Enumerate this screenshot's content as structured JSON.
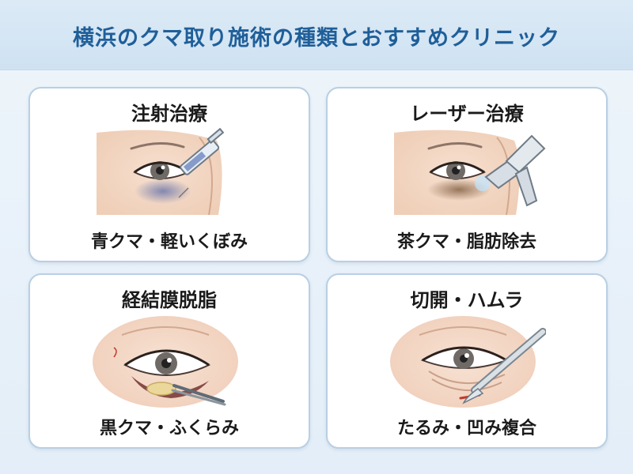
{
  "page": {
    "title": "横浜のクマ取り施術の種類とおすすめクリニック"
  },
  "cards": [
    {
      "title": "注射治療",
      "subtitle": "青クマ・軽いくぼみ",
      "illustration": "syringe-under-eye"
    },
    {
      "title": "レーザー治療",
      "subtitle": "茶クマ・脂肪除去",
      "illustration": "laser-device-under-eye"
    },
    {
      "title": "経結膜脱脂",
      "subtitle": "黒クマ・ふくらみ",
      "illustration": "forceps-fat-removal"
    },
    {
      "title": "切開・ハムラ",
      "subtitle": "たるみ・凹み複合",
      "illustration": "scalpel-incision"
    }
  ],
  "colors": {
    "title": "#1f5f99",
    "header_bg": "#cfe2f2",
    "card_border": "#b9cfe3",
    "skin": "#f3d7c3",
    "iris": "#6f6a66",
    "blue_shadow": "#5e6ea8",
    "brown_shadow": "#8a6a4a",
    "fat_yellow": "#ecd79a",
    "blood_red": "#c0392b",
    "device_gray": "#c9d2da"
  }
}
